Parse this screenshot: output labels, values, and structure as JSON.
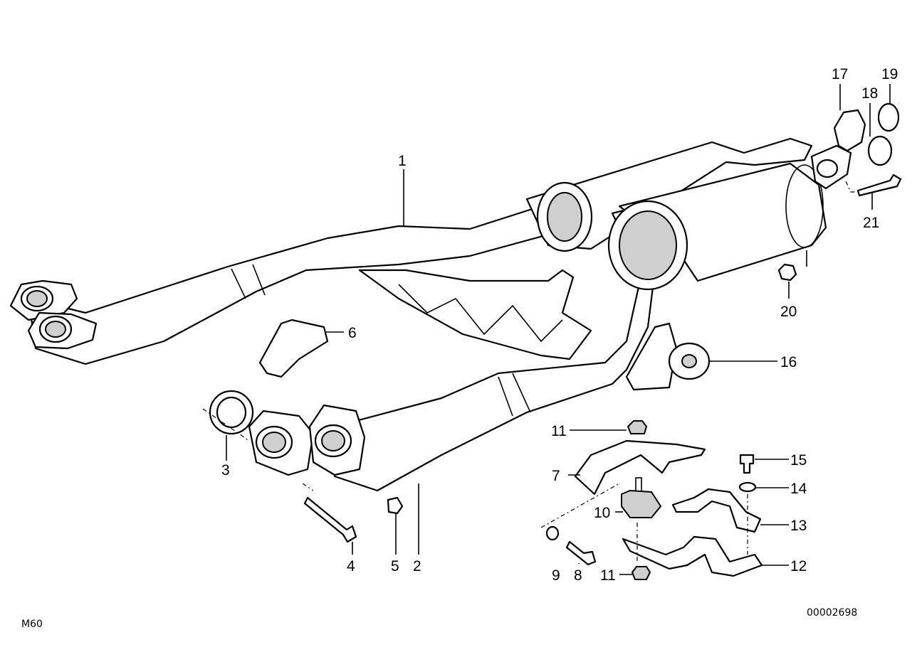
{
  "diagram": {
    "model_code": "M60",
    "drawing_number": "00002698",
    "callouts": [
      "1",
      "2",
      "3",
      "4",
      "5",
      "6",
      "7",
      "8",
      "9",
      "10",
      "11",
      "11",
      "12",
      "13",
      "14",
      "15",
      "16",
      "17",
      "18",
      "19",
      "20",
      "21"
    ]
  }
}
